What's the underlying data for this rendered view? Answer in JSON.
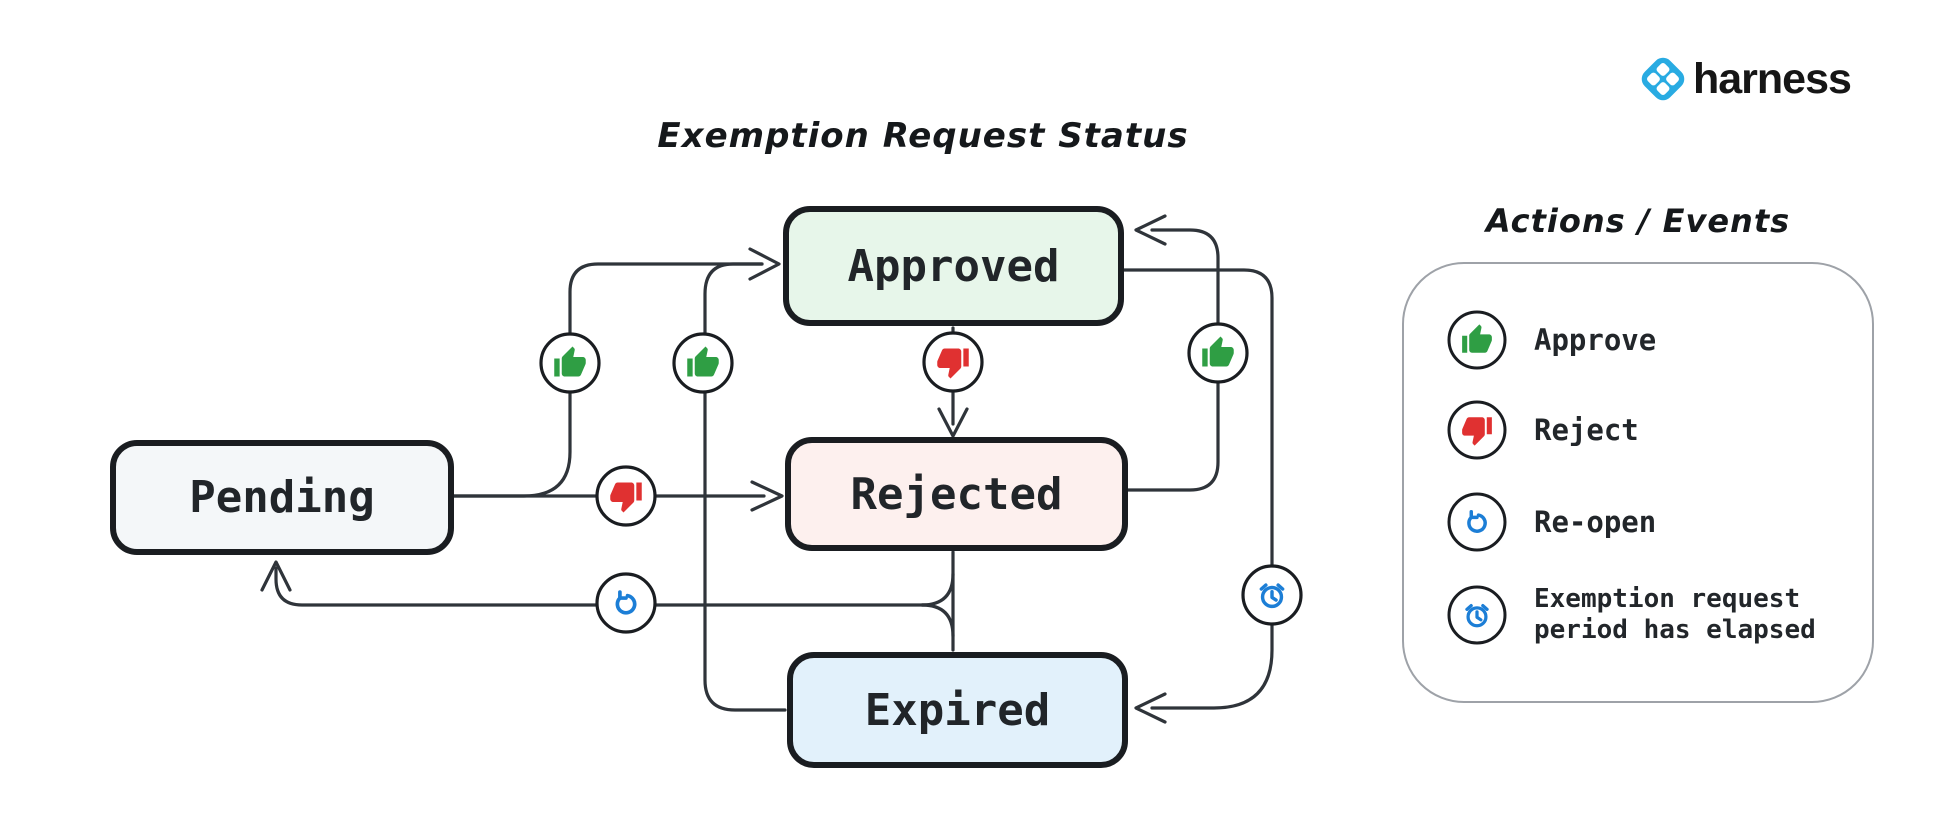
{
  "title": "Exemption Request Status",
  "logo": {
    "text": "harness",
    "brand_blue": "#29abe2"
  },
  "legend": {
    "title": "Actions / Events",
    "items": [
      {
        "icon": "thumbs-up-icon",
        "label": "Approve"
      },
      {
        "icon": "thumbs-down-icon",
        "label": "Reject"
      },
      {
        "icon": "reopen-icon",
        "label": "Re-open"
      },
      {
        "icon": "alarm-clock-icon",
        "label": "Exemption request period has elapsed",
        "line1": "Exemption request",
        "line2": "period has elapsed"
      }
    ]
  },
  "states": {
    "pending": {
      "label": "Pending",
      "fill": "#f4f7f9"
    },
    "approved": {
      "label": "Approved",
      "fill": "#e7f6ea"
    },
    "rejected": {
      "label": "Rejected",
      "fill": "#fdf0ee"
    },
    "expired": {
      "label": "Expired",
      "fill": "#e2f1fb"
    }
  },
  "transitions": [
    {
      "from": "Pending",
      "to": "Approved",
      "action": "Approve"
    },
    {
      "from": "Pending",
      "to": "Rejected",
      "action": "Reject"
    },
    {
      "from": "Approved",
      "to": "Rejected",
      "action": "Reject"
    },
    {
      "from": "Rejected",
      "to": "Approved",
      "action": "Approve"
    },
    {
      "from": "Approved",
      "to": "Expired",
      "action": "Exemption request period has elapsed"
    },
    {
      "from": "Expired",
      "to": "Approved",
      "action": "Approve"
    },
    {
      "from": "Rejected",
      "to": "Pending",
      "action": "Re-open"
    },
    {
      "from": "Expired",
      "to": "Pending",
      "action": "Re-open"
    }
  ],
  "colors": {
    "approve_green": "#2f9e44",
    "reject_red": "#e03131",
    "event_blue": "#1c7ed6",
    "edge_line": "#2f343a",
    "box_border": "#1a1d21",
    "legend_border": "#9ea2a8"
  }
}
